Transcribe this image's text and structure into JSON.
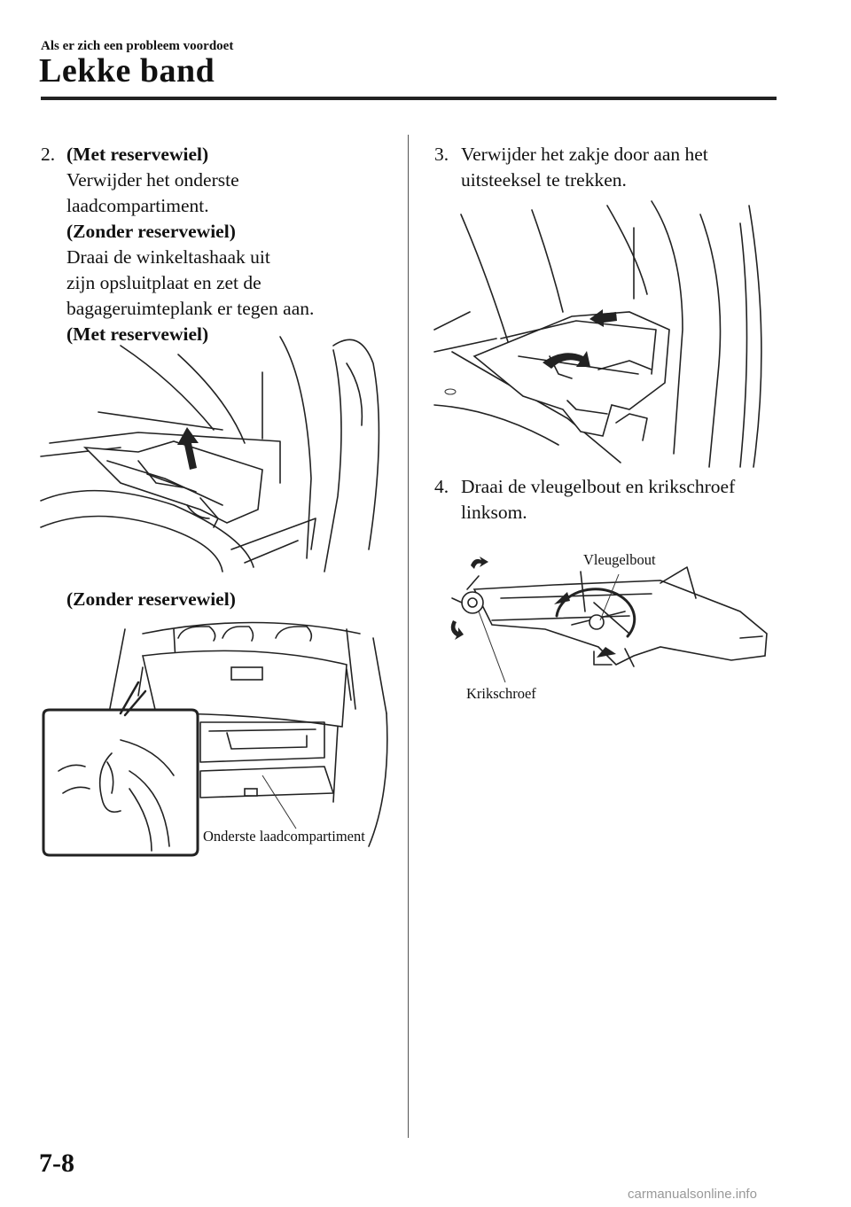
{
  "header": {
    "section": "Als er zich een probleem voordoet",
    "title": "Lekke band"
  },
  "steps": {
    "step2": {
      "number": "2.",
      "heading_with": "(Met reservewiel)",
      "text_with": [
        "Verwijder het onderste",
        "laadcompartiment."
      ],
      "heading_without": "(Zonder reservewiel)",
      "text_without": [
        "Draai de winkeltashaak uit",
        "zijn opsluitplaat en zet de",
        "bagageruimteplank er tegen aan."
      ],
      "caption_with": "(Met reservewiel)",
      "caption_without": "(Zonder reservewiel)",
      "label_compartment": "Onderste laadcompartiment"
    },
    "step3": {
      "number": "3.",
      "text": [
        "Verwijder het zakje door aan het",
        "uitsteeksel te trekken."
      ]
    },
    "step4": {
      "number": "4.",
      "text": [
        "Draai de vleugelbout en krikschroef",
        "linksom."
      ],
      "label_wing_bolt": "Vleugelbout",
      "label_jack_screw": "Krikschroef"
    }
  },
  "footer": {
    "page_number": "7-8",
    "watermark": "carmanualsonline.info"
  }
}
